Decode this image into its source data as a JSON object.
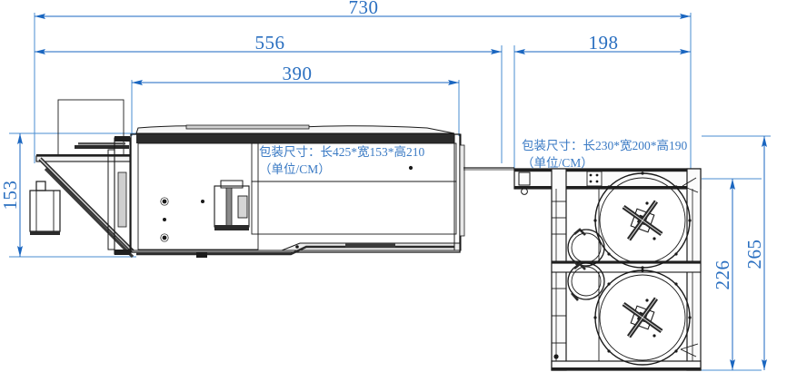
{
  "drawing": {
    "type": "engineering-dimension-drawing",
    "background_color": "#ffffff",
    "line_color": "#1a1a1a",
    "dimension_color": "#2a6fc0",
    "note_color": "#3a7ac4"
  },
  "dimensions": {
    "overall_width": "730",
    "left_unit_width": "556",
    "left_body_width": "390",
    "right_unit_width": "198",
    "left_height": "153",
    "right_inner_height": "226",
    "right_overall_height": "265"
  },
  "notes": {
    "left_machine": {
      "line1": "包装尺寸：长425*宽153*高210",
      "line2": "（单位/CM）"
    },
    "right_machine": {
      "line1": "包装尺寸：长230*宽200*高190",
      "line2": "（单位/CM）"
    }
  },
  "components": {
    "left_machine_label": "left-machine-assembly",
    "right_machine_label": "right-reel-assembly",
    "reel_count": 2,
    "small_roller_count": 2
  }
}
